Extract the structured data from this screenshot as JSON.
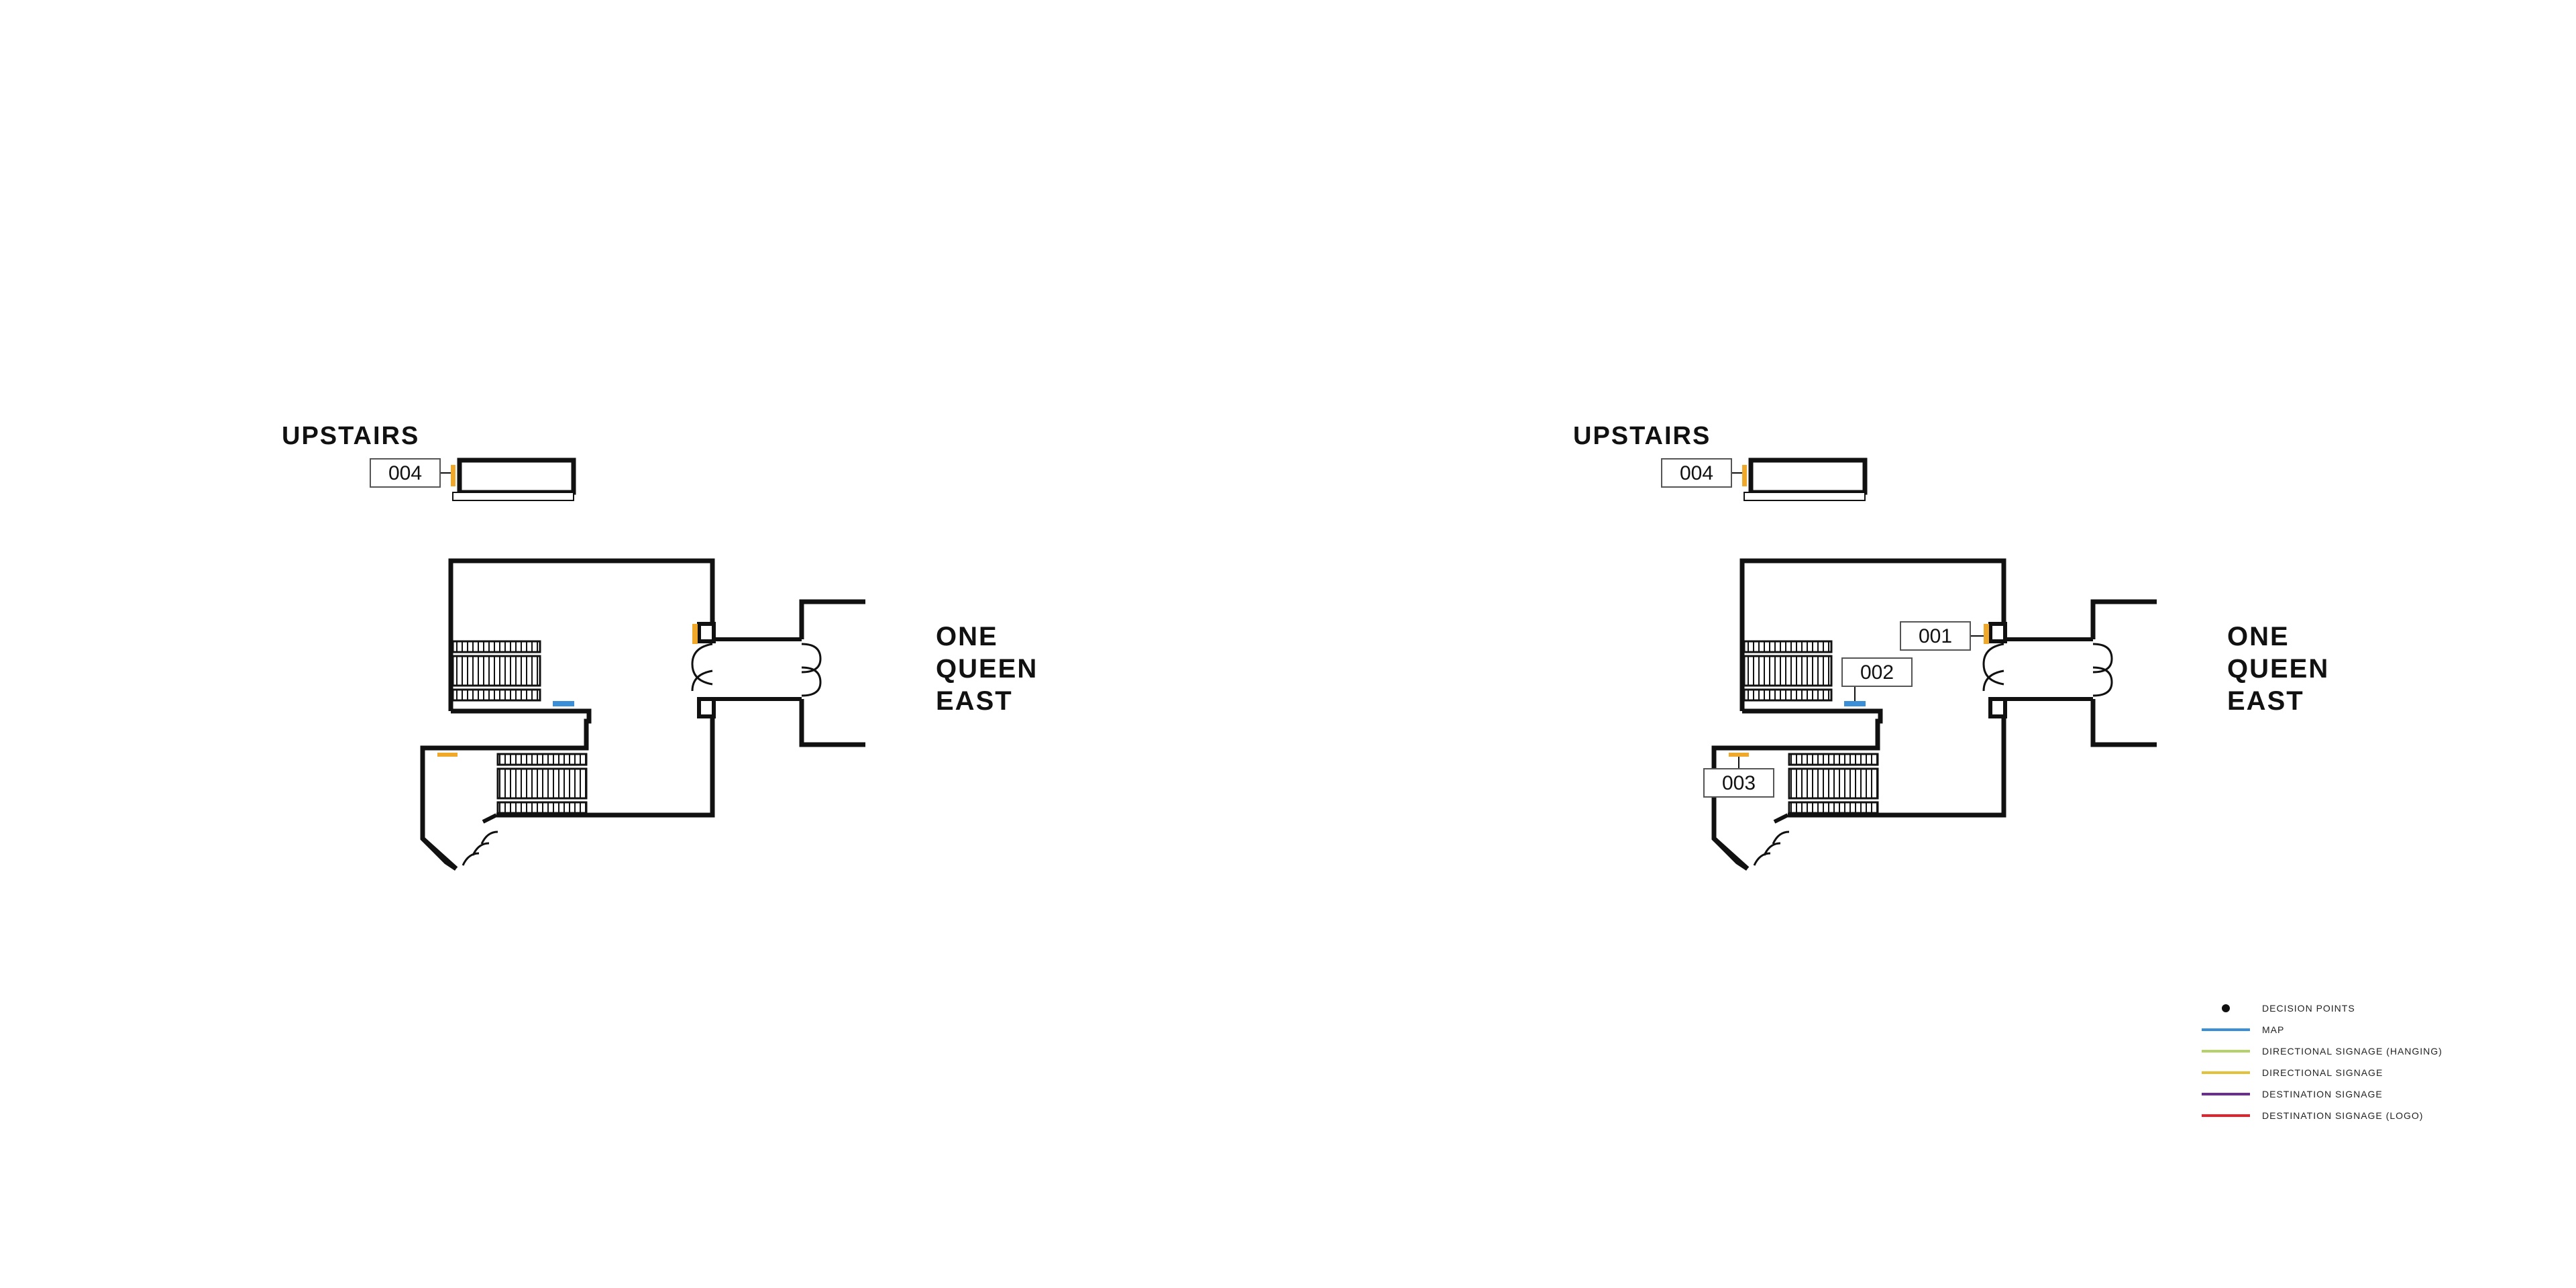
{
  "left_panel": {
    "upstairs_label": "UPSTAIRS",
    "upstairs_sign": "004",
    "building_lines": [
      "ONE",
      "QUEEN",
      "EAST"
    ]
  },
  "right_panel": {
    "upstairs_label": "UPSTAIRS",
    "upstairs_sign": "004",
    "building_lines": [
      "ONE",
      "QUEEN",
      "EAST"
    ],
    "signs": [
      "001",
      "002",
      "003"
    ]
  },
  "legend": {
    "items": [
      {
        "label": "DECISION POINTS",
        "symbol": "dot",
        "color": "#111111"
      },
      {
        "label": "MAP",
        "symbol": "line",
        "color": "#3a8fd6"
      },
      {
        "label": "DIRECTIONAL SIGNAGE (HANGING)",
        "symbol": "line",
        "color": "#b5d16a"
      },
      {
        "label": "DIRECTIONAL SIGNAGE",
        "symbol": "line",
        "color": "#e2c23a"
      },
      {
        "label": "DESTINATION SIGNAGE",
        "symbol": "line",
        "color": "#6b2d8f"
      },
      {
        "label": "DESTINATION SIGNAGE (LOGO)",
        "symbol": "line",
        "color": "#e3232c"
      }
    ]
  },
  "colors": {
    "wall": "#111111",
    "directional_sign": "#f0a82a",
    "map_sign": "#3a8fd6"
  }
}
